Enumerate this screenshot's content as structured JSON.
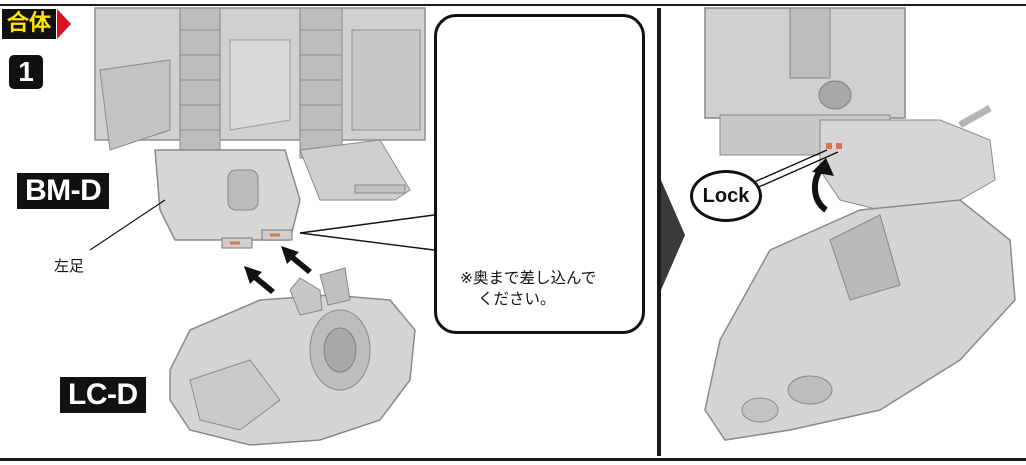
{
  "section": {
    "title": "合体"
  },
  "step": {
    "number": "1"
  },
  "parts": {
    "upper": "BM-D",
    "lower": "LC-D"
  },
  "callouts": {
    "left_foot": "左足",
    "insert_note_line1": "※奥まで差し込んで",
    "insert_note_line2": "ください。",
    "lock": "Lock"
  },
  "colors": {
    "section_text": "#ffe600",
    "section_chevron": "#d7141f",
    "part_gray": "#d2d2d2",
    "highlight_orange": "#d9734f",
    "guide_line": "#e0247a"
  },
  "icons": [
    "chevron-right-icon",
    "insert-arrow-icon",
    "rotate-arrow-icon",
    "next-step-arrow-icon"
  ]
}
